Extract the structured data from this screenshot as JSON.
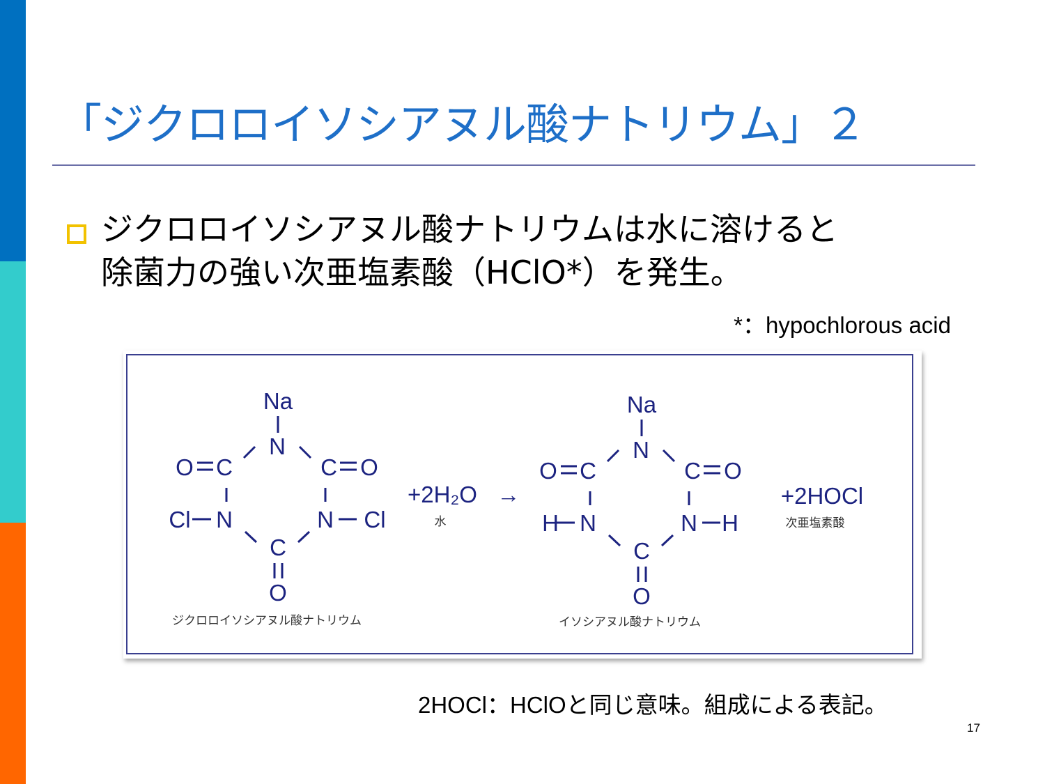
{
  "slide": {
    "title": "「ジクロロイソシアヌル酸ナトリウム」２",
    "bullet_line1": "ジクロロイソシアヌル酸ナトリウムは水に溶けると",
    "bullet_line2": "除菌力の強い次亜塩素酸（HClO*）を発生。",
    "footnote": "*：hypochlorous acid",
    "footer_note": "2HOCl：HClOと同じ意味。組成による表記。",
    "page_number": "17"
  },
  "diagram": {
    "reactant_atoms": [
      "Na",
      "N",
      "O",
      "C",
      "C",
      "O",
      "Cl",
      "N",
      "N",
      "Cl",
      "C",
      "O"
    ],
    "product_atoms": [
      "Na",
      "N",
      "O",
      "C",
      "C",
      "O",
      "H",
      "N",
      "N",
      "H",
      "C",
      "O"
    ],
    "water_term": "+2H₂O",
    "water_label": "水",
    "arrow": "→",
    "hocl_term": "+2HOCl",
    "hocl_label": "次亜塩素酸",
    "reactant_name": "ジクロロイソシアヌル酸ナトリウム",
    "product_name": "イソシアヌル酸ナトリウム"
  },
  "colors": {
    "molecule": "#1c2380",
    "title": "#1e6fc8"
  }
}
